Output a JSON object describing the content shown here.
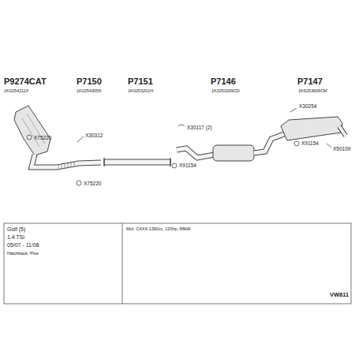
{
  "diagram": {
    "labels": [
      "P9274CAT",
      "1K0254211X",
      "P7150",
      "1K0254305K",
      "P7151",
      "1K0253201H",
      "P7146",
      "1K0253209CD",
      "P7147",
      "1K6253609CM",
      "X30254",
      "X75220",
      "X30312",
      "X30117 (2)",
      "X75220",
      "X91154",
      "X91154",
      "X50109",
      "Golf (5)",
      "1.4 TSi",
      "05/07 - 11/08",
      "Hatchback, Plus",
      "Mot. CAXA 1390cc, 120hp, 88kW",
      "VW811"
    ]
  }
}
